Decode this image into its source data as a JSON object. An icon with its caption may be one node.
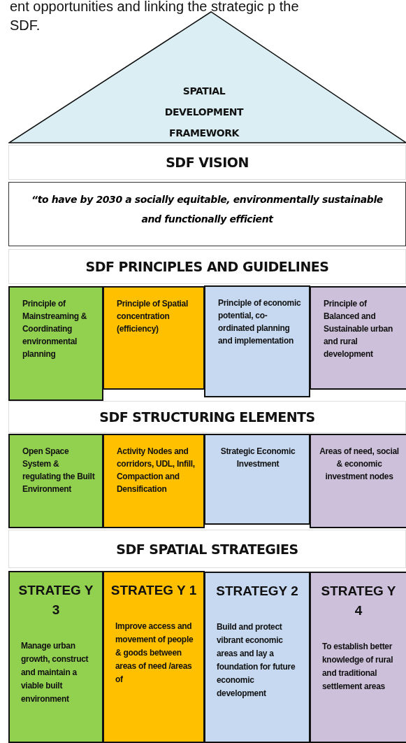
{
  "diagram": {
    "nodes": [
      {
        "text": [
          "SPATIAL DEVELOPMENT FRAMEWORK"
        ]
      },
      {
        "text": [
          "SDF VISION"
        ]
      },
      {
        "text": [
          "“to have by 2030 a socially equitable, environmentally sustainable and functionally efficient"
        ]
      },
      {
        "text": [
          "SDF PRINCIPLES AND GUIDELINES"
        ]
      },
      {
        "text": [
          "Principle of Mainstreaming & Coordinating environmental planning"
        ]
      },
      {
        "text": [
          "Principle of Spatial concentration (efficiency)"
        ]
      },
      {
        "text": [
          "Principle of economic potential, co-ordinated planning and implementation"
        ]
      },
      {
        "text": [
          "Principle of Balanced and Sustainable urban and rural development"
        ]
      },
      {
        "text": [
          "SDF STRUCTURING ELEMENTS"
        ]
      },
      {
        "text": [
          "Open Space System & regulating the Built Environment"
        ]
      },
      {
        "text": [
          "Activity Nodes and corridors, UDL, Infill, Compaction and Densification"
        ]
      },
      {
        "text": [
          "Strategic Economic Investment"
        ]
      },
      {
        "text": [
          "Areas of need, social & economic investment nodes"
        ]
      },
      {
        "text": [
          "SDF SPATIAL STRATEGIES"
        ]
      },
      {
        "text": [
          "STRATEG Y 3",
          "Manage urban growth, construct and maintain a viable built environment"
        ]
      },
      {
        "text": [
          "STRATEG Y 1",
          "Improve access and movement of people & goods between areas of need /areas of"
        ]
      },
      {
        "text": [
          "STRATEGY 2",
          "Build and protect vibrant economic areas and lay a foundation for future economic development"
        ]
      },
      {
        "text": [
          "STRATEG Y 4",
          "To establish better knowledge of rural and traditional settlement areas"
        ]
      }
    ],
    "labels": [
      "ent opportunities and linking the strategic p the SDF."
    ]
  }
}
